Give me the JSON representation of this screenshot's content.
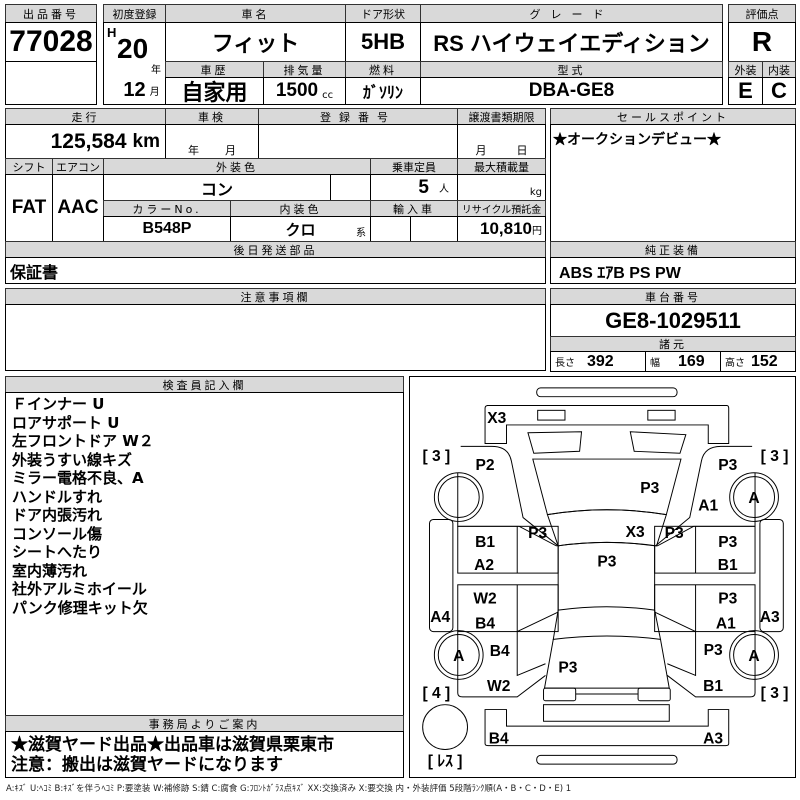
{
  "lot": {
    "label": "出品番号",
    "value": "77028"
  },
  "first_reg": {
    "label": "初度登録",
    "era": "H",
    "year": "20",
    "year_unit": "年",
    "month": "12",
    "month_unit": "月"
  },
  "car_name": {
    "label": "車名",
    "value": "フィット"
  },
  "door": {
    "label": "ドア形状",
    "value": "5HB"
  },
  "grade": {
    "label": "グレード",
    "value": "RS ハイウェイエディション"
  },
  "history": {
    "label": "車歴",
    "value": "自家用"
  },
  "displacement": {
    "label": "排気量",
    "value": "1500",
    "unit": "cc"
  },
  "fuel": {
    "label": "燃料",
    "value": "ｶﾞｿﾘﾝ"
  },
  "model": {
    "label": "型式",
    "value": "DBA-GE8"
  },
  "score": {
    "label": "評価点",
    "value": "R",
    "ext_label": "外装",
    "int_label": "内装",
    "ext": "E",
    "int": "C"
  },
  "mileage": {
    "label": "走行",
    "value": "125,584",
    "unit": "km"
  },
  "inspection": {
    "label": "車検",
    "year_unit": "年",
    "month_unit": "月"
  },
  "reg_no": {
    "label": "登録番号"
  },
  "transfer": {
    "label": "譲渡書類期限",
    "month_unit": "月",
    "day_unit": "日"
  },
  "shift": {
    "label": "シフト",
    "value": "FAT"
  },
  "ac": {
    "label": "エアコン",
    "value": "AAC"
  },
  "ext_color": {
    "label": "外装色",
    "value": "コン"
  },
  "capacity": {
    "label": "乗車定員",
    "value": "5",
    "unit": "人"
  },
  "max_load": {
    "label": "最大積載量",
    "unit": "kg"
  },
  "color_no": {
    "label": "カラーNo.",
    "value": "B548P"
  },
  "int_color": {
    "label": "内装色",
    "value": "クロ",
    "unit": "系"
  },
  "import": {
    "label": "輸入車"
  },
  "recycle": {
    "label": "リサイクル預託金",
    "value": "10,810",
    "unit": "円"
  },
  "later_parts": {
    "label": "後日発送部品",
    "value": "保証書"
  },
  "sales_point": {
    "label": "セールスポイント",
    "value": "★オークションデビュー★"
  },
  "equipment": {
    "label": "純正装備",
    "value": "ABS ｴｱB PS PW"
  },
  "notes": {
    "label": "注意事項欄"
  },
  "chassis": {
    "label": "車台番号",
    "value": "GE8-1029511"
  },
  "specs": {
    "label": "諸元",
    "length_label": "長さ",
    "length": "392",
    "width_label": "幅",
    "width": "169",
    "height_label": "高さ",
    "height": "152"
  },
  "inspector": {
    "label": "検査員記入欄",
    "lines": [
      "Ｆインナー U",
      "ロアサポート U",
      "左フロントドア W２",
      "外装うすい線キズ",
      "ミラー電格不良、A",
      "ハンドルすれ",
      "ドア内張汚れ",
      "コンソール傷",
      "シートへたり",
      "室内薄汚れ",
      "社外アルミホイール",
      "パンク修理キット欠"
    ]
  },
  "office": {
    "label": "事務局よりご案内",
    "lines": [
      "★滋賀ヤード出品★出品車は滋賀県栗東市",
      "注意：搬出は滋賀ヤードになります"
    ]
  },
  "diagram": {
    "marks": [
      "X3",
      "P2",
      "P3",
      "P3",
      "A1",
      "P3",
      "X3",
      "P3",
      "B1",
      "A2",
      "P3",
      "P3",
      "B1",
      "W2",
      "B4",
      "A4",
      "P3",
      "A1",
      "A3",
      "B4",
      "P3",
      "P3",
      "W2",
      "B1",
      "B4",
      "A3",
      "A",
      "A",
      "A"
    ],
    "tread": [
      "[ 3 ]",
      "[ 3 ]",
      "[ 4 ]",
      "[ 3 ]",
      "[ ﾚｽ ]"
    ]
  },
  "legend": "A:ｷｽﾞ U:ﾍｺﾐ B:ｷｽﾞを伴うﾍｺﾐ P:要塗装 W:補修跡 S:錆 C:腐食 G:ﾌﾛﾝﾄｶﾞﾗｽ点ｷｽﾞ XX:交換済み X:要交換 内・外装評価 5段階ﾗﾝｸ順(A・B・C・D・E) 1"
}
